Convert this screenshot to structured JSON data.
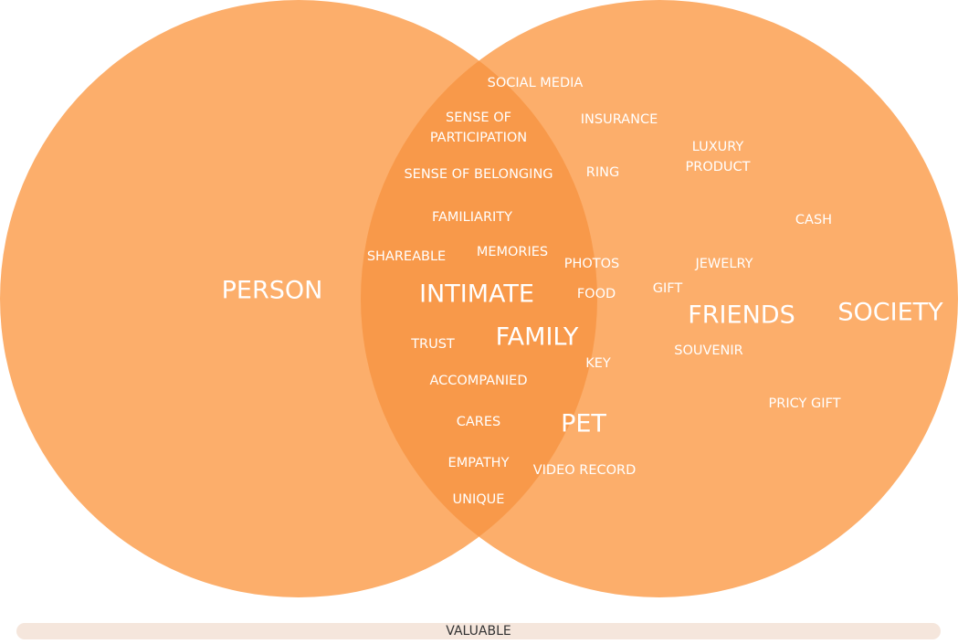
{
  "colors": {
    "circle": "#fcae6b",
    "overlap": "#f8994a",
    "text": "#ffffff",
    "bar": "#f5e6dc"
  },
  "circles": {
    "left": {
      "label": "PERSON"
    },
    "right": {
      "label": "SOCIETY"
    }
  },
  "overlap": {
    "social_media": "SOCIAL MEDIA",
    "sense_of_participation_1": "SENSE OF",
    "sense_of_participation_2": "PARTICIPATION",
    "sense_of_belonging": "SENSE OF BELONGING",
    "familiarity": "FAMILIARITY",
    "shareable": "SHAREABLE",
    "memories": "MEMORIES",
    "intimate": "INTIMATE",
    "family": "FAMILY",
    "trust": "TRUST",
    "accompanied": "ACCOMPANIED",
    "cares": "CARES",
    "empathy": "EMPATHY",
    "unique": "UNIQUE"
  },
  "right_items": {
    "insurance": "INSURANCE",
    "luxury_product_1": "LUXURY",
    "luxury_product_2": "PRODUCT",
    "ring": "RING",
    "cash": "CASH",
    "photos": "PHOTOS",
    "jewelry": "JEWELRY",
    "gift": "GIFT",
    "food": "FOOD",
    "friends": "FRIENDS",
    "souvenir": "SOUVENIR",
    "key": "KEY",
    "pricy_gift": "PRICY GIFT",
    "pet": "PET",
    "video_record": "VIDEO RECORD"
  },
  "bar": {
    "label": "VALUABLE"
  }
}
